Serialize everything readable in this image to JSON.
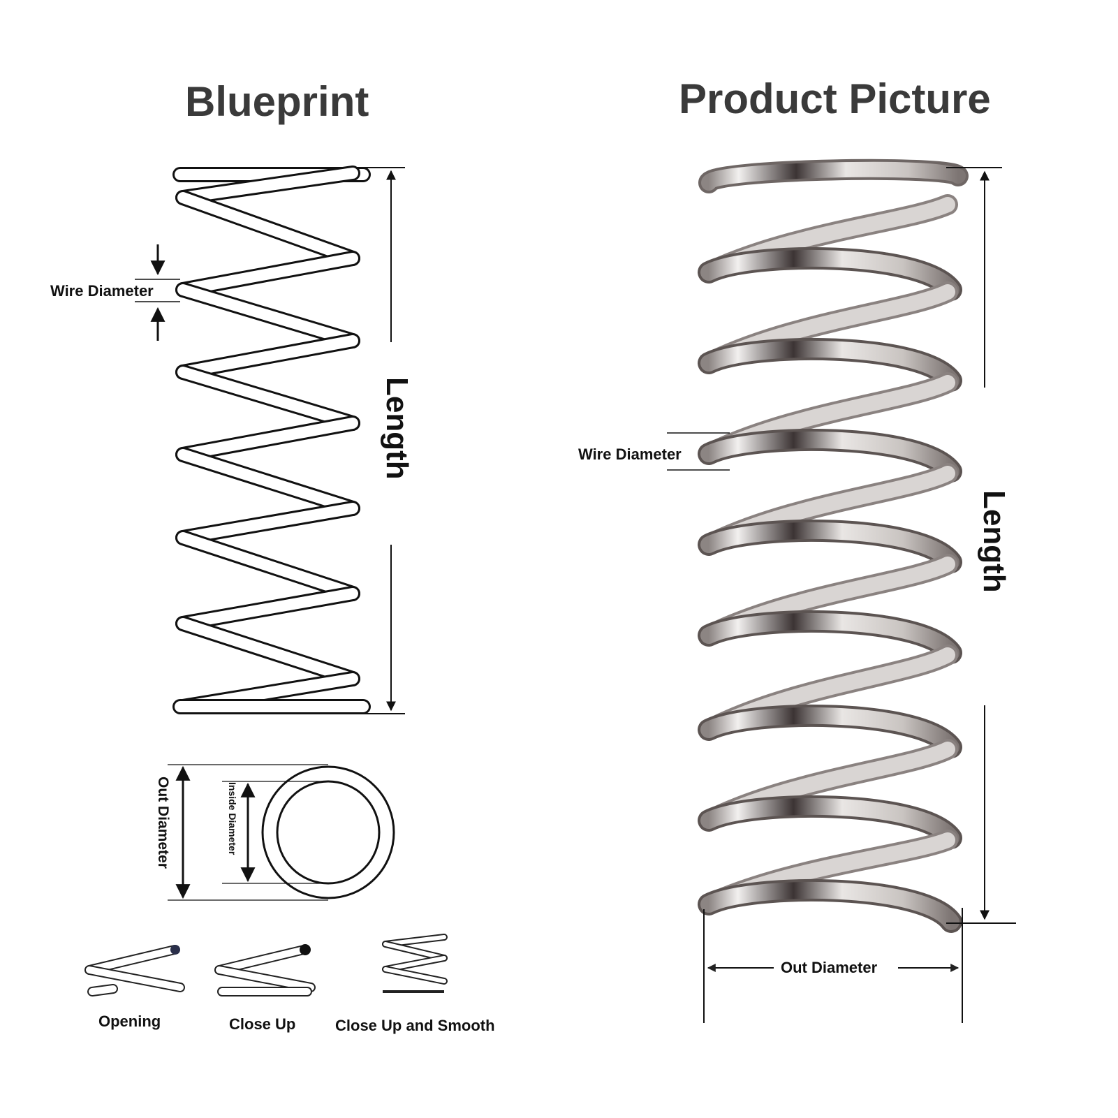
{
  "blueprint": {
    "title": "Blueprint",
    "length_label": "Length",
    "wire_diameter_label": "Wire Diameter",
    "out_diameter_label": "Out Diameter",
    "inside_diameter_label": "Inside Diameter",
    "end_types": [
      "Opening",
      "Close Up",
      "Close Up and Smooth"
    ]
  },
  "product": {
    "title": "Product Picture",
    "length_label": "Length",
    "wire_diameter_label": "Wire Diameter",
    "out_diameter_label": "Out Diameter"
  },
  "colors": {
    "ink": "#111111",
    "title": "#3a3a3a",
    "steel_light": "#e6e3e1",
    "steel_dark": "#5a5250"
  }
}
